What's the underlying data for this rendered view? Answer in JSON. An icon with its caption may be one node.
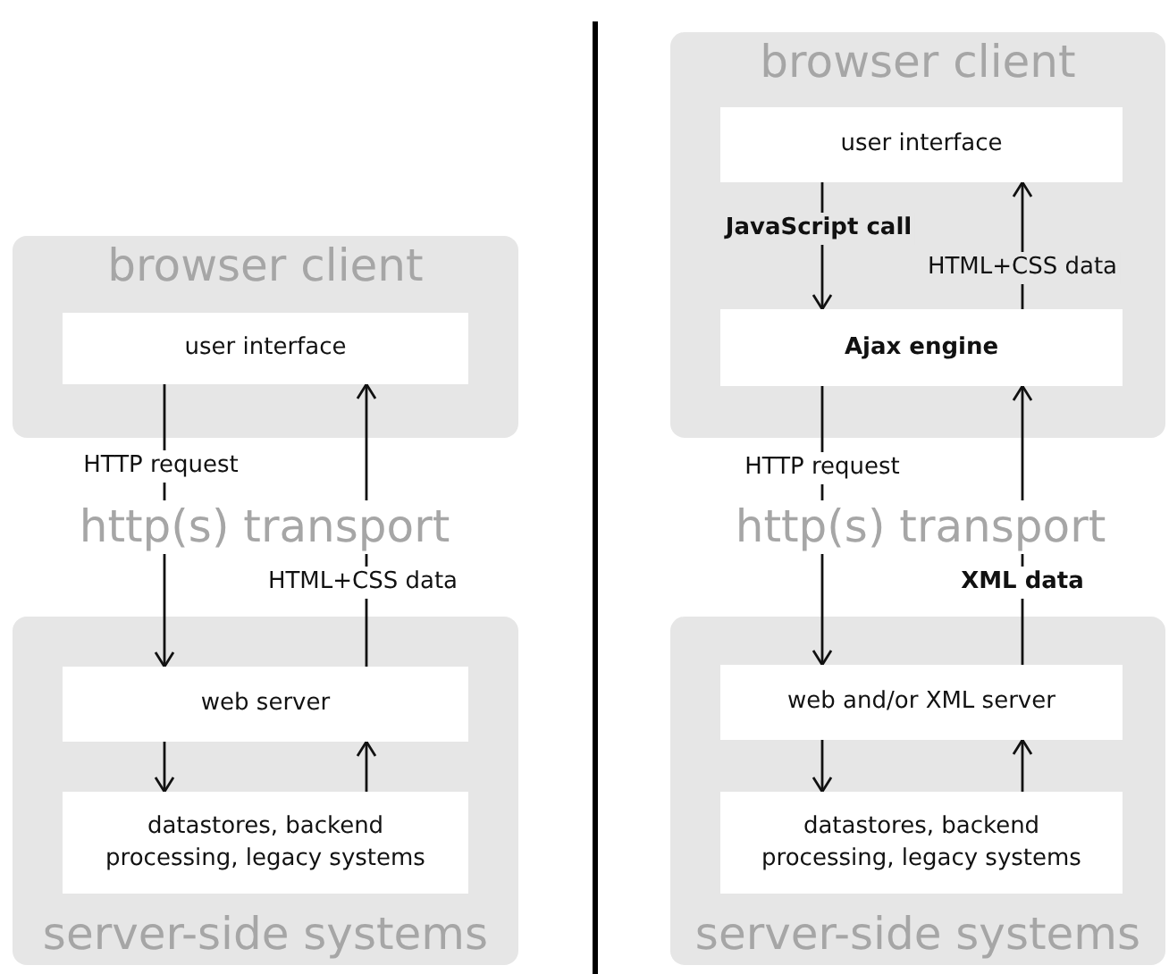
{
  "diagram": {
    "nodes": [
      {
        "text": [
          "browser client"
        ]
      },
      {
        "text": [
          "user interface"
        ],
        "in": 0
      },
      {
        "text": [
          "server-side systems"
        ]
      },
      {
        "text": [
          "web server"
        ],
        "in": 2
      },
      {
        "text": [
          "datastores, backend processing, legacy systems"
        ],
        "in": 2
      },
      {
        "text": [
          "browser client"
        ]
      },
      {
        "text": [
          "user interface"
        ],
        "in": 5
      },
      {
        "text": [
          "Ajax engine"
        ],
        "in": 5
      },
      {
        "text": [
          "server-side systems"
        ]
      },
      {
        "text": [
          "web and/or XML server"
        ],
        "in": 8
      },
      {
        "text": [
          "datastores, backend processing, legacy systems"
        ],
        "in": 8
      }
    ],
    "edges": [
      {
        "from": 1,
        "to": 3,
        "arrow": "to",
        "label": "HTTP request"
      },
      {
        "from": 3,
        "to": 1,
        "arrow": "to",
        "label": "HTML+CSS data"
      },
      {
        "from": 3,
        "to": 4,
        "arrow": "to"
      },
      {
        "from": 4,
        "to": 3,
        "arrow": "to"
      },
      {
        "from": 6,
        "to": 7,
        "arrow": "to",
        "label": "JavaScript call"
      },
      {
        "from": 7,
        "to": 6,
        "arrow": "to",
        "label": "HTML+CSS data"
      },
      {
        "from": 7,
        "to": 9,
        "arrow": "to",
        "label": "HTTP request"
      },
      {
        "from": 9,
        "to": 7,
        "arrow": "to",
        "label": "XML data"
      },
      {
        "from": 9,
        "to": 10,
        "arrow": "to"
      },
      {
        "from": 10,
        "to": 9,
        "arrow": "to"
      }
    ],
    "labels": [
      "http(s) transport",
      "http(s) transport"
    ]
  }
}
